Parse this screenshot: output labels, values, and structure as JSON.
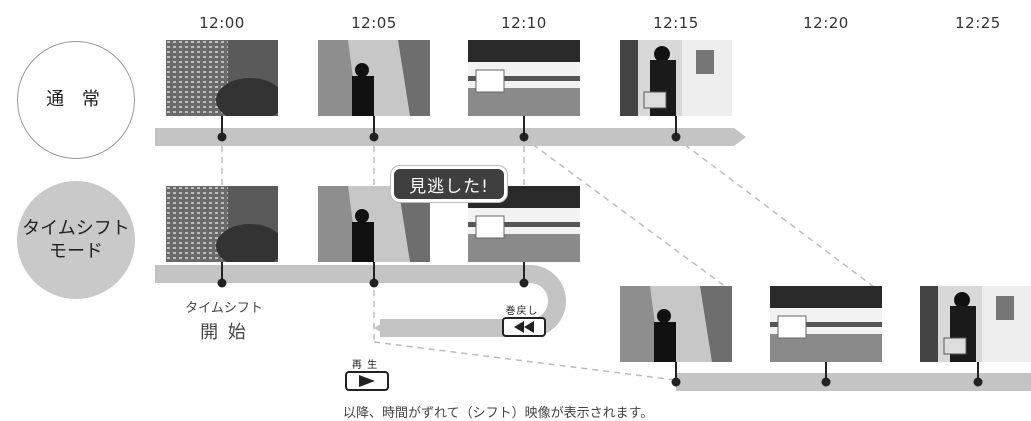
{
  "time_labels": [
    "12:00",
    "12:05",
    "12:10",
    "12:15",
    "12:20",
    "12:25"
  ],
  "modes": {
    "normal": "通 常",
    "timeshift_line1": "タイムシフト",
    "timeshift_line2": "モード"
  },
  "callout": "見逃した!",
  "start_label_line1": "タイムシフト",
  "start_label_line2": "開 始",
  "rewind_label": "巻戻し",
  "play_label": "再 生",
  "caption": "以降、時間がずれて（シフト）映像が表示されます。",
  "scenes": {
    "s1": "buildings-with-tree",
    "s2": "person-walking-among-skyscrapers",
    "s3": "bullet-train-arriving",
    "s4": "person-boarding-train"
  },
  "colors": {
    "track": "#c4c4c4",
    "dash": "#bdbdbd",
    "dot": "#222222",
    "bubble": "#3f3f3f"
  }
}
